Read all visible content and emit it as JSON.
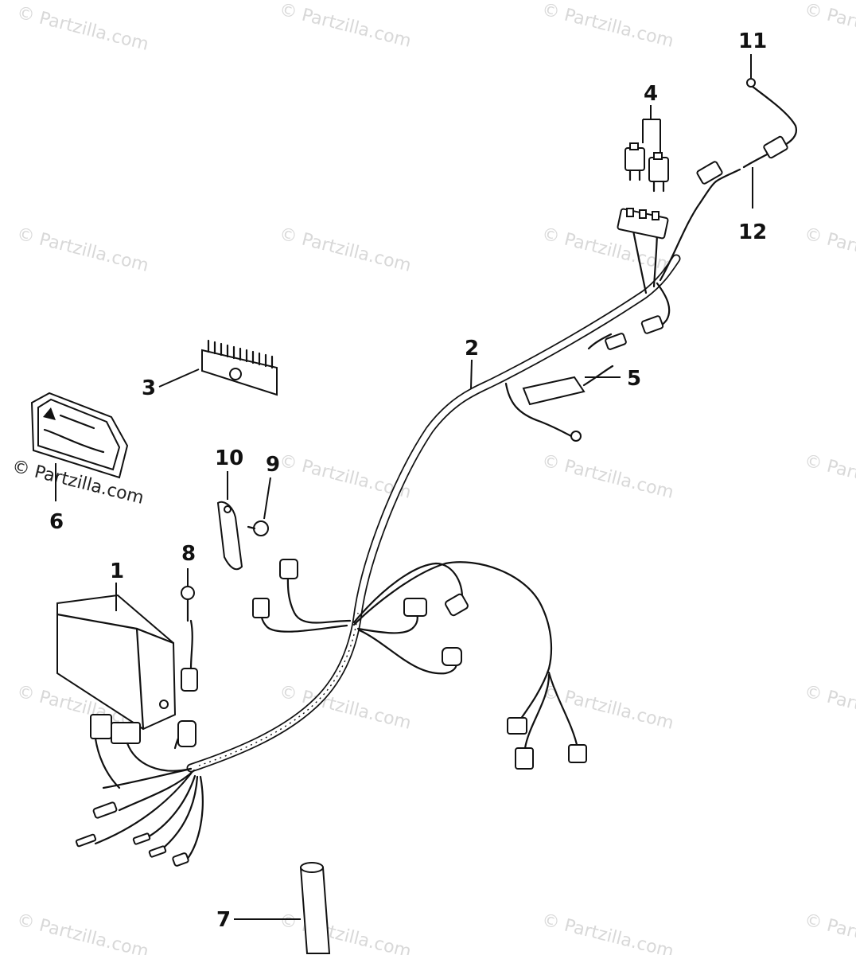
{
  "watermark": "© Partzilla.com",
  "credit": "© Partzilla.com",
  "callouts": {
    "c1": "1",
    "c2": "2",
    "c3": "3",
    "c4": "4",
    "c5": "5",
    "c6": "6",
    "c7": "7",
    "c8": "8",
    "c9": "9",
    "c10": "10",
    "c11": "11",
    "c12": "12"
  }
}
